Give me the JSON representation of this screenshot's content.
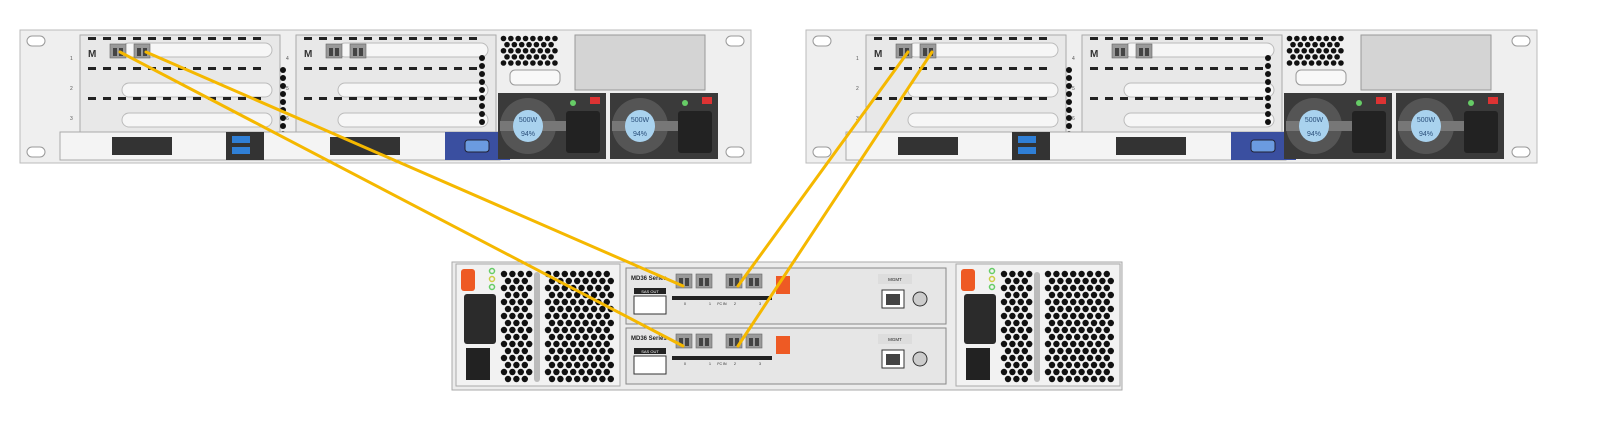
{
  "diagram": {
    "servers": [
      {
        "id": "server-1",
        "psus": [
          {
            "watt": "500W",
            "eff": "94%"
          },
          {
            "watt": "500W",
            "eff": "94%"
          }
        ],
        "slot_labels": [
          "1",
          "2",
          "3",
          "4",
          "5",
          "6"
        ]
      },
      {
        "id": "server-2",
        "psus": [
          {
            "watt": "500W",
            "eff": "94%"
          },
          {
            "watt": "500W",
            "eff": "94%"
          }
        ],
        "slot_labels": [
          "1",
          "2",
          "3",
          "4",
          "5",
          "6"
        ]
      }
    ],
    "storage": {
      "controllers": [
        {
          "model": "MD36 Series",
          "sas_out": "SAS OUT",
          "fc_in": "FC IN",
          "mgmt": "MGMT",
          "port_numbers": [
            "0",
            "1",
            "2",
            "3"
          ]
        },
        {
          "model": "MD36 Series",
          "sas_out": "SAS OUT",
          "fc_in": "FC IN",
          "mgmt": "MGMT",
          "port_numbers": [
            "0",
            "1",
            "2",
            "3"
          ]
        }
      ]
    },
    "cable_color": "#f5b800",
    "accent_colors": {
      "psu_badge": "#a9d2ee",
      "vga_panel": "#3a4fa0",
      "storage_latch": "#ee5a24",
      "usb": "#2f7fd6"
    }
  }
}
